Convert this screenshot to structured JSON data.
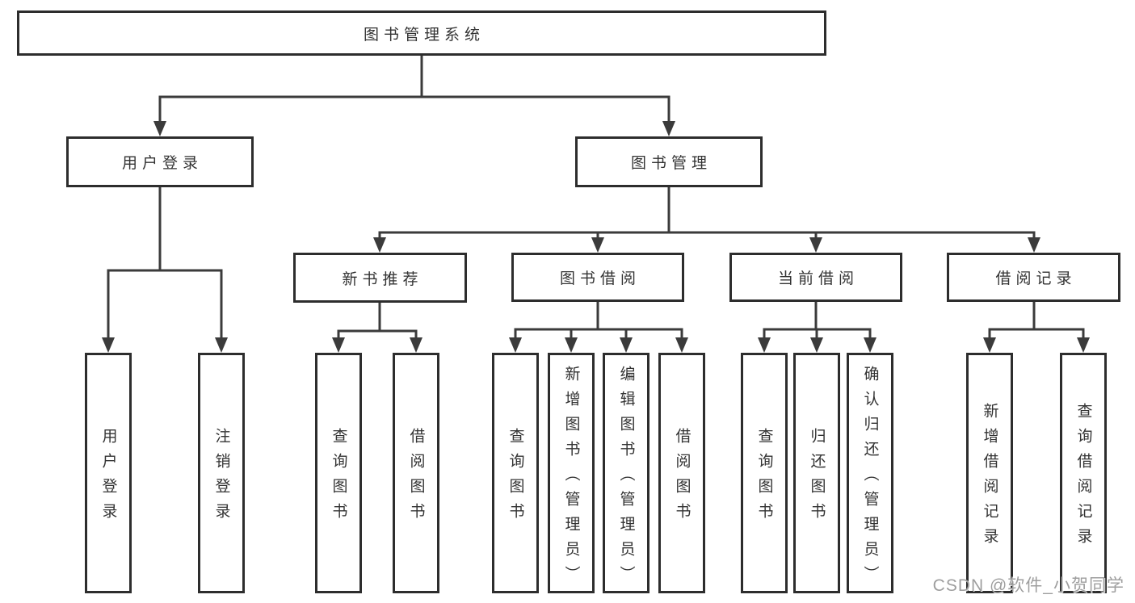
{
  "tree": {
    "root": {
      "label": "图书管理系统",
      "children": [
        {
          "label": "用户登录",
          "children": [
            {
              "label": "用户登录"
            },
            {
              "label": "注销登录"
            }
          ]
        },
        {
          "label": "图书管理",
          "children": [
            {
              "label": "新书推荐",
              "children": [
                {
                  "label": "查询图书"
                },
                {
                  "label": "借阅图书"
                }
              ]
            },
            {
              "label": "图书借阅",
              "children": [
                {
                  "label": "查询图书"
                },
                {
                  "label": "新增图书（管理员）"
                },
                {
                  "label": "编辑图书（管理员）"
                },
                {
                  "label": "借阅图书"
                }
              ]
            },
            {
              "label": "当前借阅",
              "children": [
                {
                  "label": "查询图书"
                },
                {
                  "label": "归还图书"
                },
                {
                  "label": "确认归还（管理员）"
                }
              ]
            },
            {
              "label": "借阅记录",
              "children": [
                {
                  "label": "新增借阅记录"
                },
                {
                  "label": "查询借阅记录"
                }
              ]
            }
          ]
        }
      ]
    }
  },
  "watermark": {
    "text": "CSDN @软件_小贺同学"
  },
  "colors": {
    "background": "#ffffff",
    "box_border": "#2d2d2d",
    "connector": "#3b3b3b",
    "text": "#333333",
    "watermark": "#9e9e9e"
  }
}
